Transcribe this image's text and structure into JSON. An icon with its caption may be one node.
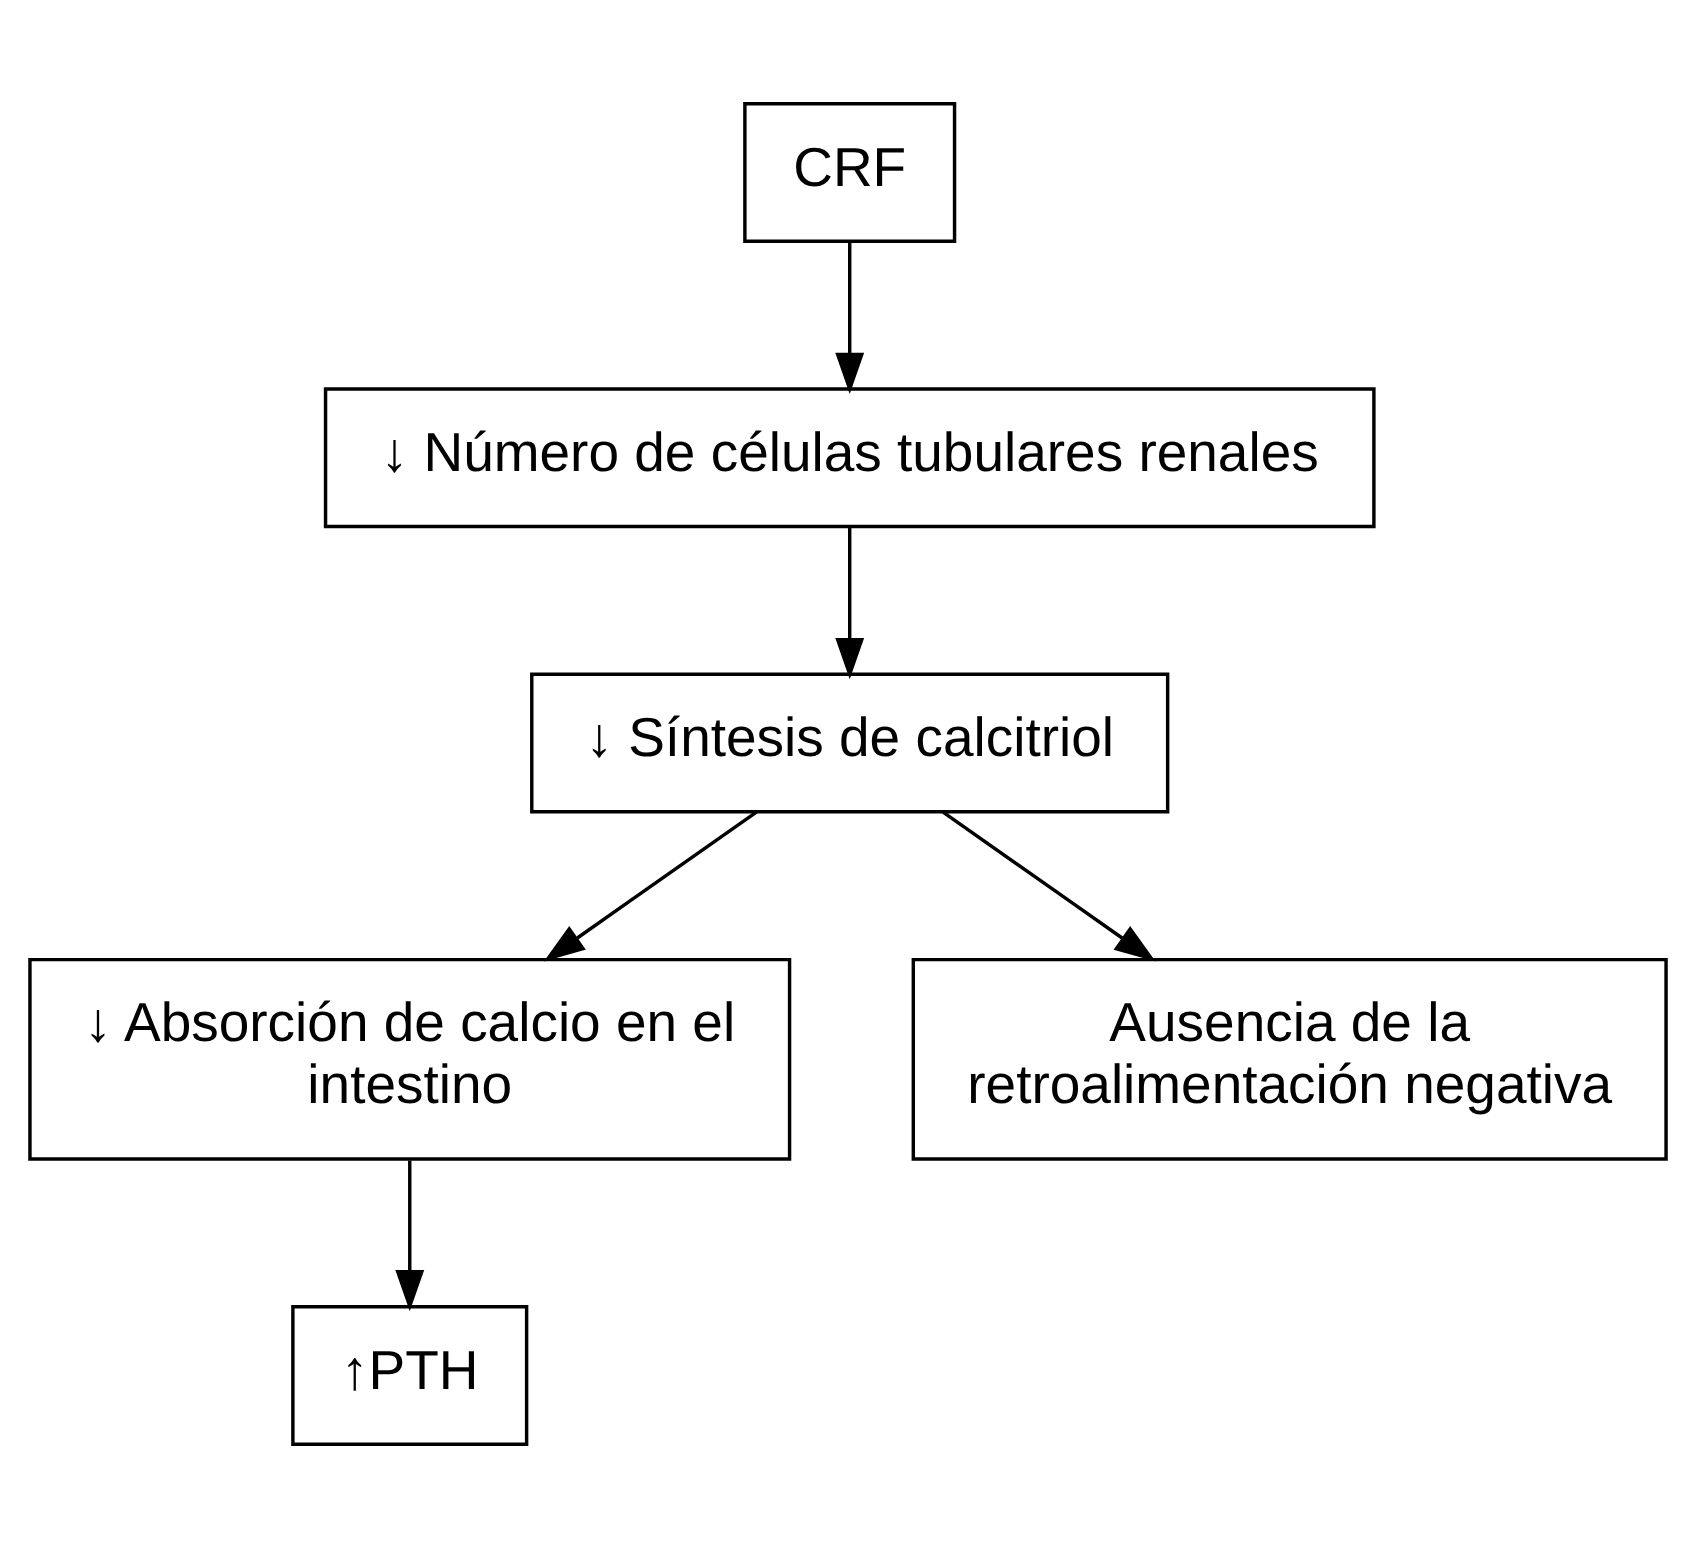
{
  "diagram": {
    "nodes": [
      {
        "text": [
          "CRF"
        ]
      },
      {
        "text": [
          "↓ Número de células tubulares renales"
        ]
      },
      {
        "text": [
          "↓ Síntesis de calcitriol"
        ]
      },
      {
        "text": [
          "↓ Absorción de calcio en el intestino"
        ]
      },
      {
        "text": [
          "Ausencia de la retroalimentación negativa"
        ]
      },
      {
        "text": [
          "↑PTH"
        ]
      }
    ],
    "edges": [
      {
        "from": 0,
        "to": 1,
        "arrow": "to"
      },
      {
        "from": 1,
        "to": 2,
        "arrow": "to"
      },
      {
        "from": 2,
        "to": 3,
        "arrow": "to"
      },
      {
        "from": 2,
        "to": 4,
        "arrow": "to"
      },
      {
        "from": 3,
        "to": 5,
        "arrow": "to"
      }
    ]
  }
}
